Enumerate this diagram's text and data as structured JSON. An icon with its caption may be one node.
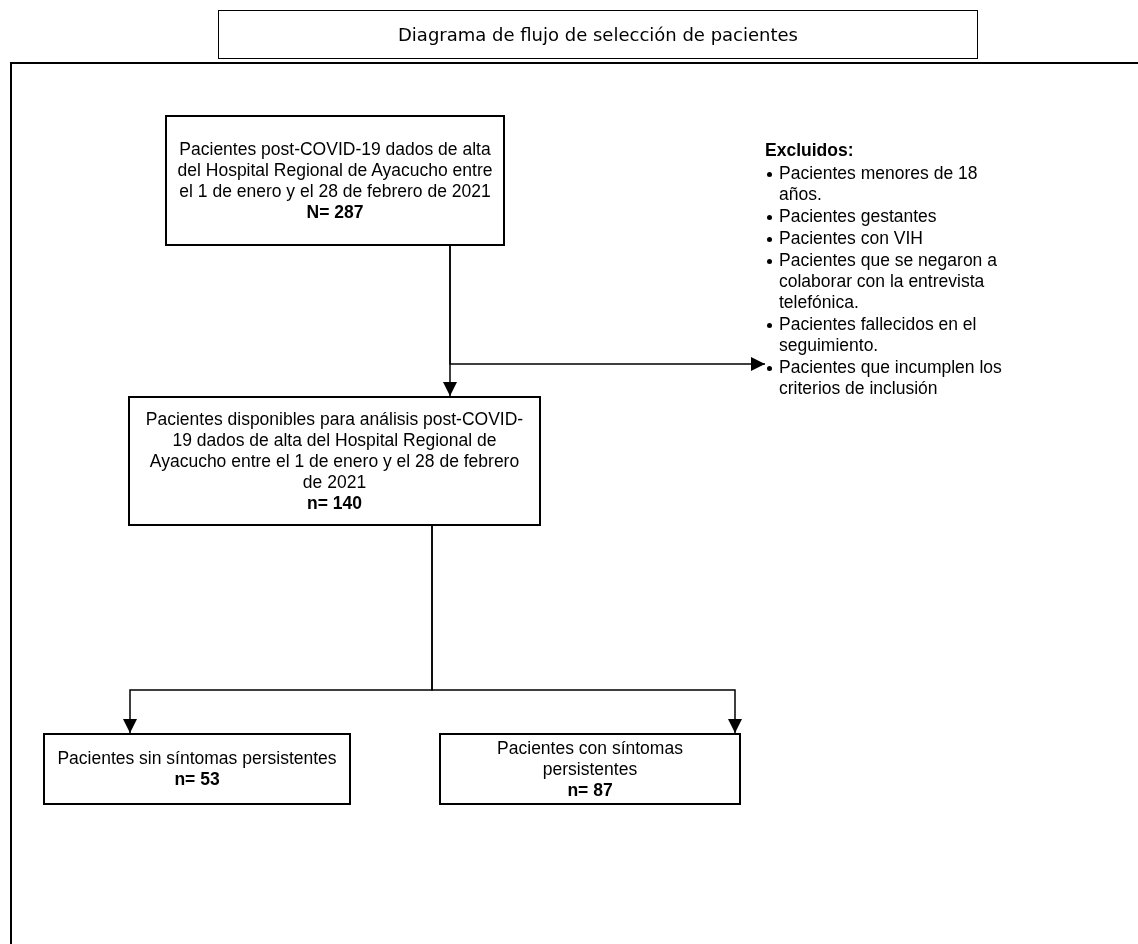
{
  "diagram": {
    "title": "Diagrama de flujo de selección de pacientes",
    "nodes": [
      {
        "text": [
          "Pacientes post-COVID-19 dados de alta del Hospital Regional de Ayacucho entre el 1 de enero y el 28 de febrero de 2021",
          "N= 287"
        ]
      },
      {
        "text": [
          "Excluidos:",
          "Pacientes menores de 18 años.",
          "Pacientes gestantes",
          "Pacientes con VIH",
          "Pacientes que se negaron a colaborar con la entrevista telefónica.",
          "Pacientes fallecidos en el seguimiento.",
          "Pacientes que incumplen los criterios de inclusión"
        ]
      },
      {
        "text": [
          "Pacientes disponibles para análisis post-COVID-19 dados de alta del Hospital Regional de Ayacucho entre el 1 de enero y el 28 de febrero de 2021",
          "n= 140"
        ]
      },
      {
        "text": [
          "Pacientes sin síntomas persistentes",
          "n= 53"
        ]
      },
      {
        "text": [
          "Pacientes con síntomas persistentes",
          "n= 87"
        ]
      }
    ],
    "edges": [
      {
        "from": 0,
        "to": 2,
        "arrow": "to"
      },
      {
        "from": 0,
        "to": 1,
        "arrow": "to"
      },
      {
        "from": 2,
        "to": 3,
        "arrow": "to"
      },
      {
        "from": 2,
        "to": 4,
        "arrow": "to"
      }
    ]
  }
}
